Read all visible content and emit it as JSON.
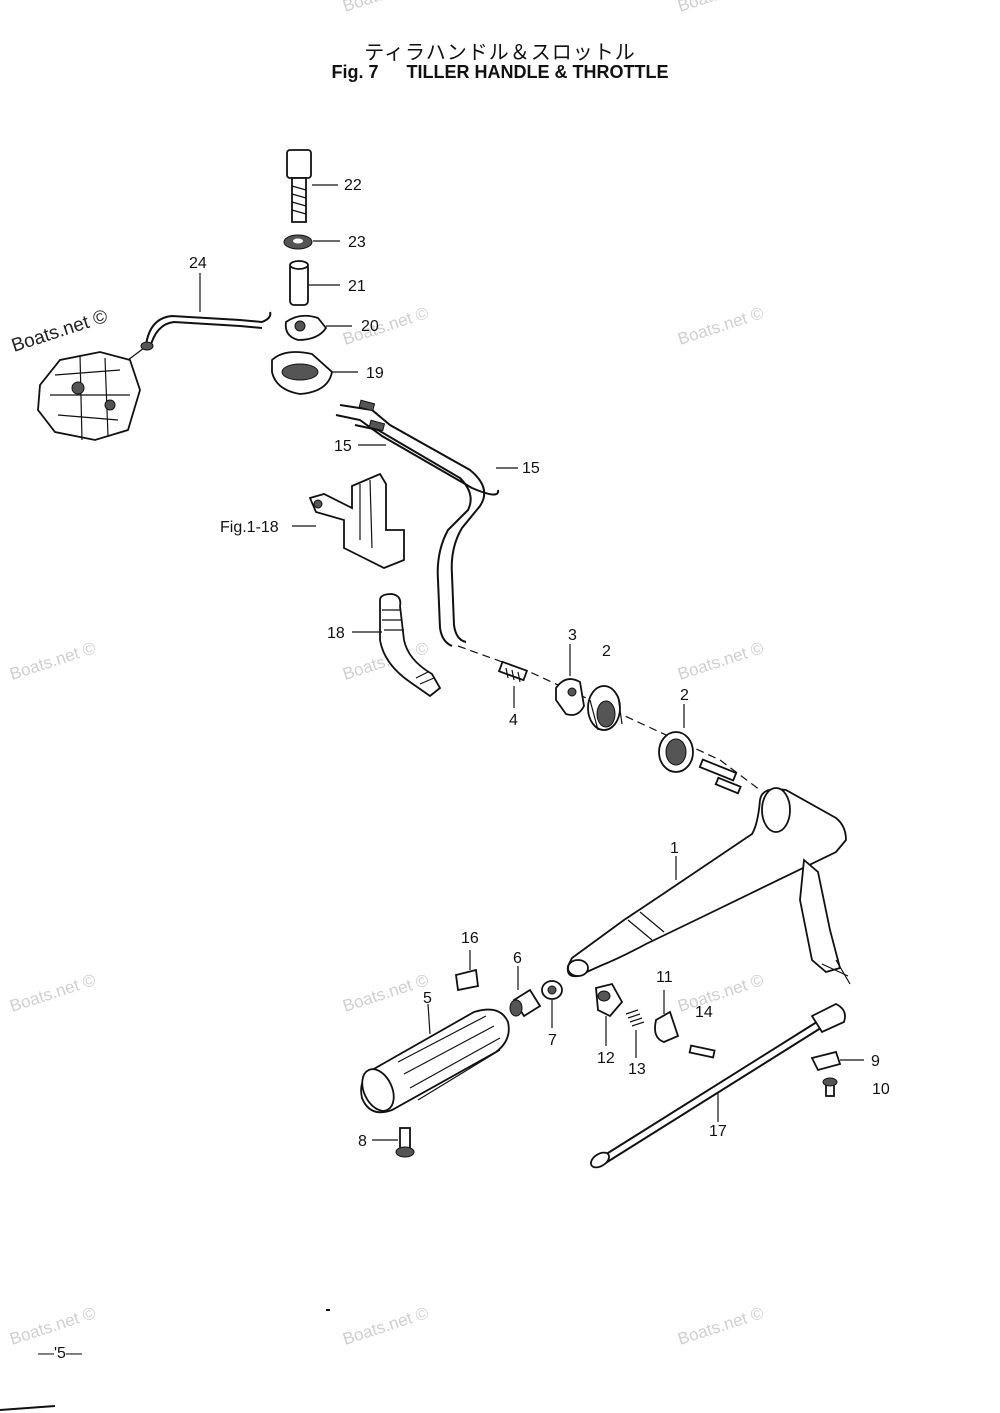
{
  "title": {
    "japanese": "ティラハンドル＆スロットル",
    "figure": "Fig. 7",
    "english": "TILLER HANDLE & THROTTLE"
  },
  "callouts": [
    {
      "id": "c22",
      "label": "22"
    },
    {
      "id": "c23",
      "label": "23"
    },
    {
      "id": "c24",
      "label": "24"
    },
    {
      "id": "c21",
      "label": "21"
    },
    {
      "id": "c20",
      "label": "20"
    },
    {
      "id": "c19",
      "label": "19"
    },
    {
      "id": "c15a",
      "label": "15"
    },
    {
      "id": "c15b",
      "label": "15"
    },
    {
      "id": "cfig",
      "label": "Fig.1-18"
    },
    {
      "id": "c18",
      "label": "18"
    },
    {
      "id": "c3",
      "label": "3"
    },
    {
      "id": "c2a",
      "label": "2"
    },
    {
      "id": "c2b",
      "label": "2"
    },
    {
      "id": "c4",
      "label": "4"
    },
    {
      "id": "c1",
      "label": "1"
    },
    {
      "id": "c16",
      "label": "16"
    },
    {
      "id": "c6",
      "label": "6"
    },
    {
      "id": "c5",
      "label": "5"
    },
    {
      "id": "c11",
      "label": "11"
    },
    {
      "id": "c14",
      "label": "14"
    },
    {
      "id": "c7",
      "label": "7"
    },
    {
      "id": "c12",
      "label": "12"
    },
    {
      "id": "c13",
      "label": "13"
    },
    {
      "id": "c9",
      "label": "9"
    },
    {
      "id": "c10",
      "label": "10"
    },
    {
      "id": "c17",
      "label": "17"
    },
    {
      "id": "c8",
      "label": "8"
    }
  ],
  "watermark": "Boats.net ©",
  "page_number": "—'5—",
  "icons": [
    "engine-sketch",
    "bolt",
    "washer",
    "collar",
    "bracket",
    "cable",
    "grip",
    "tiller-arm"
  ]
}
